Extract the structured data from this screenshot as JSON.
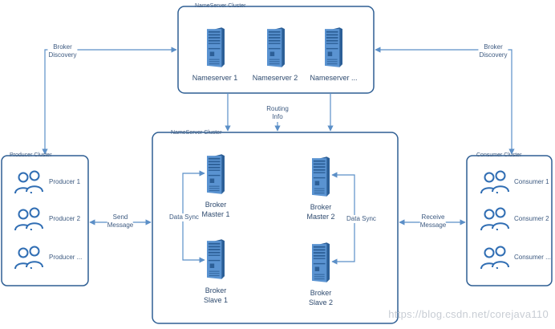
{
  "clusters": {
    "nameserver_top": "NameServer Cluster",
    "broker": "NameServer Cluster",
    "producer": "Producer Cluster",
    "consumer": "Consumer Cluster"
  },
  "nameservers": [
    "Nameserver 1",
    "Nameserver 2",
    "Nameserver ..."
  ],
  "brokers": {
    "master1": [
      "Broker",
      "Master 1"
    ],
    "master2": [
      "Broker",
      "Master 2"
    ],
    "slave1": [
      "Broker",
      "Slave 1"
    ],
    "slave2": [
      "Broker",
      "Slave 2"
    ]
  },
  "producers": [
    "Producer 1",
    "Producer 2",
    "Producer ..."
  ],
  "consumers": [
    "Consumer 1",
    "Consumer 2",
    "Consumer ..."
  ],
  "edges": {
    "broker_discovery_left": [
      "Broker",
      "Discovery"
    ],
    "broker_discovery_right": [
      "Broker",
      "Discovery"
    ],
    "routing_info": [
      "Routing",
      "Info"
    ],
    "send_message": [
      "Send",
      "Message"
    ],
    "receive_message": [
      "Receive",
      "Message"
    ],
    "data_sync_left": "Data Sync",
    "data_sync_right": "Data Sync"
  },
  "watermark": "https://blog.csdn.net/corejava110",
  "colors": {
    "line": "#5b8fc7",
    "box": "#2f5f94",
    "server_front": "#4f86c6",
    "server_side": "#2c5f97"
  }
}
